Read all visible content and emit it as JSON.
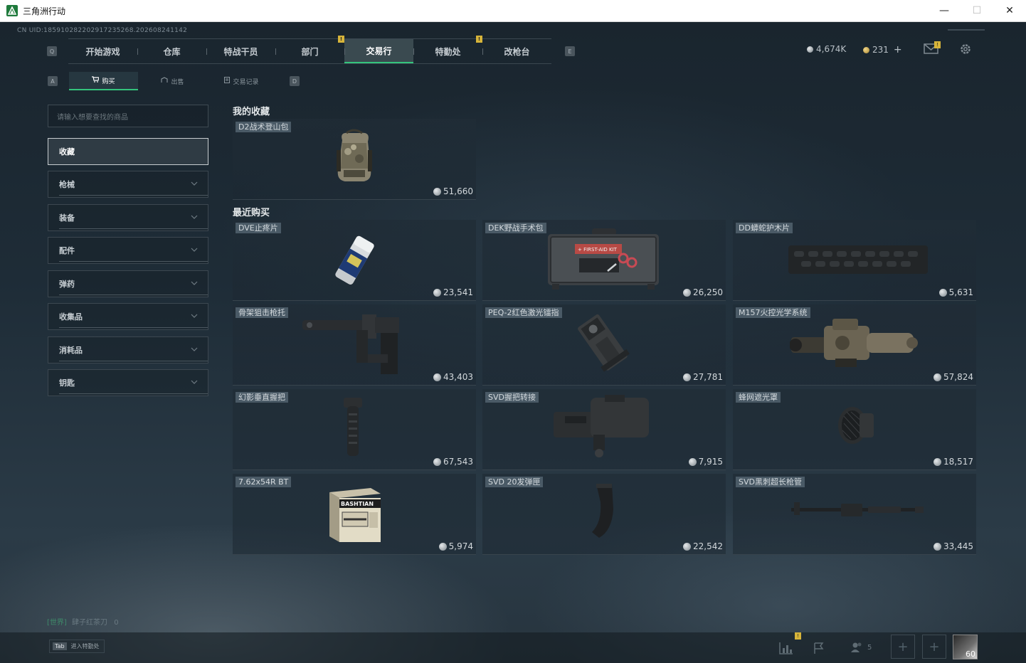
{
  "window": {
    "title": "三角洲行动",
    "minimize": "—",
    "maximize": "☐",
    "close": "✕"
  },
  "uid": "CN UID:185910282202917235268.20260824114​2",
  "nav": {
    "left_key": "Q",
    "right_key": "E",
    "tabs": [
      {
        "label": "开始游戏",
        "badge": ""
      },
      {
        "label": "仓库",
        "badge": ""
      },
      {
        "label": "特战干员",
        "badge": ""
      },
      {
        "label": "部门",
        "badge": "!"
      },
      {
        "label": "交易行",
        "badge": ""
      },
      {
        "label": "特勤处",
        "badge": "!"
      },
      {
        "label": "改枪台",
        "badge": ""
      }
    ],
    "active_index": 4
  },
  "currency": {
    "silver": "4,674K",
    "gold": "231",
    "add": "+",
    "mail_badge": "!"
  },
  "sub_tabs": {
    "left_key": "A",
    "right_key": "D",
    "items": [
      {
        "label": "购买",
        "icon": "cart-icon"
      },
      {
        "label": "出售",
        "icon": "sell-icon"
      },
      {
        "label": "交易记录",
        "icon": "record-icon"
      }
    ],
    "active_index": 0
  },
  "sidebar": {
    "search_placeholder": "请输入想要查找的商品",
    "categories": [
      {
        "label": "收藏",
        "expandable": false
      },
      {
        "label": "枪械",
        "expandable": true
      },
      {
        "label": "装备",
        "expandable": true
      },
      {
        "label": "配件",
        "expandable": true
      },
      {
        "label": "弹药",
        "expandable": true
      },
      {
        "label": "收集品",
        "expandable": true
      },
      {
        "label": "消耗品",
        "expandable": true
      },
      {
        "label": "钥匙",
        "expandable": true
      }
    ],
    "selected_index": 0
  },
  "favorites": {
    "title": "我的收藏",
    "items": [
      {
        "name": "D2战术登山包",
        "price": "51,660",
        "icon": "backpack-icon"
      }
    ]
  },
  "recent": {
    "title": "最近购买",
    "items": [
      {
        "name": "DVE止疼片",
        "price": "23,541",
        "icon": "pill-bottle-icon"
      },
      {
        "name": "DEK野战手术包",
        "price": "26,250",
        "icon": "surgical-kit-icon",
        "kit_label": "FIRST-AID KIT"
      },
      {
        "name": "DD蟒蛇护木片",
        "price": "5,631",
        "icon": "handguard-icon"
      },
      {
        "name": "骨架狙击枪托",
        "price": "43,403",
        "icon": "stock-icon"
      },
      {
        "name": "PEQ-2红色激光镭指",
        "price": "27,781",
        "icon": "laser-icon"
      },
      {
        "name": "M157火控光学系统",
        "price": "57,824",
        "icon": "scope-icon"
      },
      {
        "name": "幻影垂直握把",
        "price": "67,543",
        "icon": "grip-icon"
      },
      {
        "name": "SVD握把转接",
        "price": "7,915",
        "icon": "adapter-icon"
      },
      {
        "name": "蜂网遮光罩",
        "price": "18,517",
        "icon": "sunshade-icon"
      },
      {
        "name": "7.62x54R BT",
        "price": "5,974",
        "icon": "ammo-box-icon",
        "box_label": "BASHTIAN"
      },
      {
        "name": "SVD 20发弹匣",
        "price": "22,542",
        "icon": "magazine-icon"
      },
      {
        "name": "SVD黑刺超长枪管",
        "price": "33,445",
        "icon": "barrel-icon"
      }
    ]
  },
  "chat": {
    "channel": "[世界]",
    "user": "肆子红茶刀",
    "count": "0"
  },
  "bottom": {
    "tab_key": "Tab",
    "tab_label": "进入特勤处",
    "friends_count": "5",
    "stats_badge": "!",
    "slot_plus": "+",
    "level": "60"
  },
  "colors": {
    "accent": "#34c47c",
    "badge": "#d6b43a"
  }
}
